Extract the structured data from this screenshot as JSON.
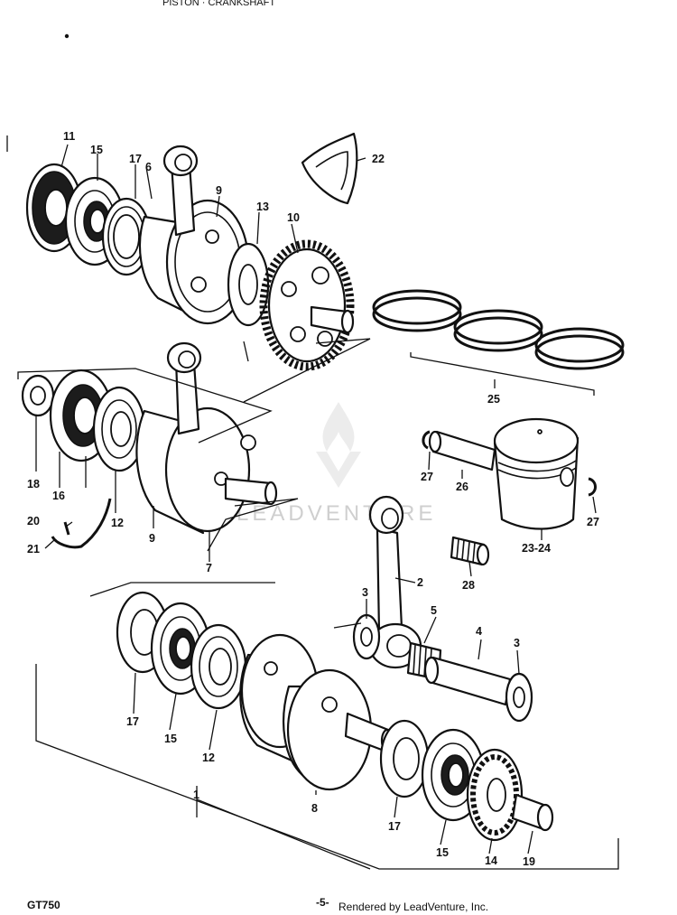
{
  "header_text": "PISTON · CRANKSHAFT",
  "model": "GT750",
  "page_number": "-5-",
  "credit": "Rendered by LeadVenture, Inc.",
  "watermark": "LEADVENTURE",
  "callouts": [
    "1",
    "2",
    "3",
    "3",
    "4",
    "5",
    "6",
    "7",
    "8",
    "9",
    "9",
    "10",
    "11",
    "12",
    "12",
    "12",
    "13",
    "14",
    "15",
    "15",
    "15",
    "16",
    "17",
    "17",
    "17",
    "18",
    "19",
    "20",
    "21",
    "22",
    "23-24",
    "25",
    "26",
    "27",
    "27",
    "28"
  ]
}
